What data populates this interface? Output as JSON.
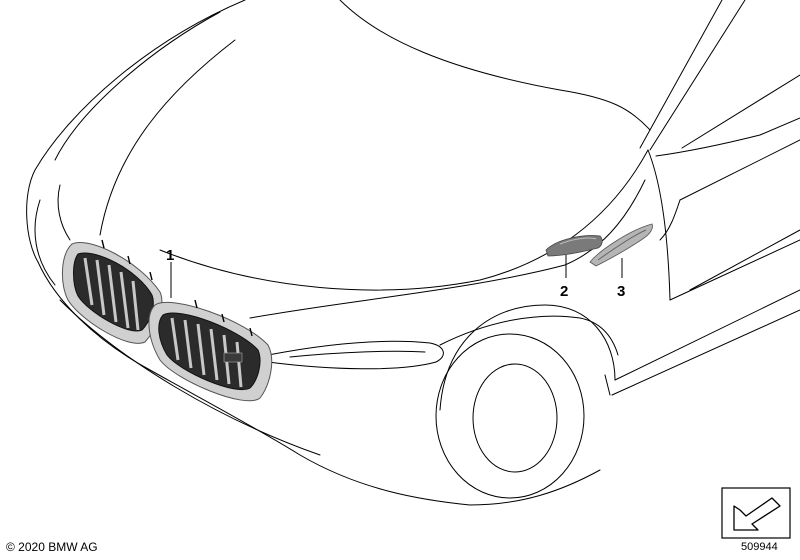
{
  "callouts": {
    "item1": "1",
    "item2": "2",
    "item3": "3"
  },
  "footer": {
    "copyright": "© 2020 BMW AG",
    "diagram_number": "509944"
  },
  "icons": {
    "corner_symbol": "arrow-down-left-icon"
  }
}
